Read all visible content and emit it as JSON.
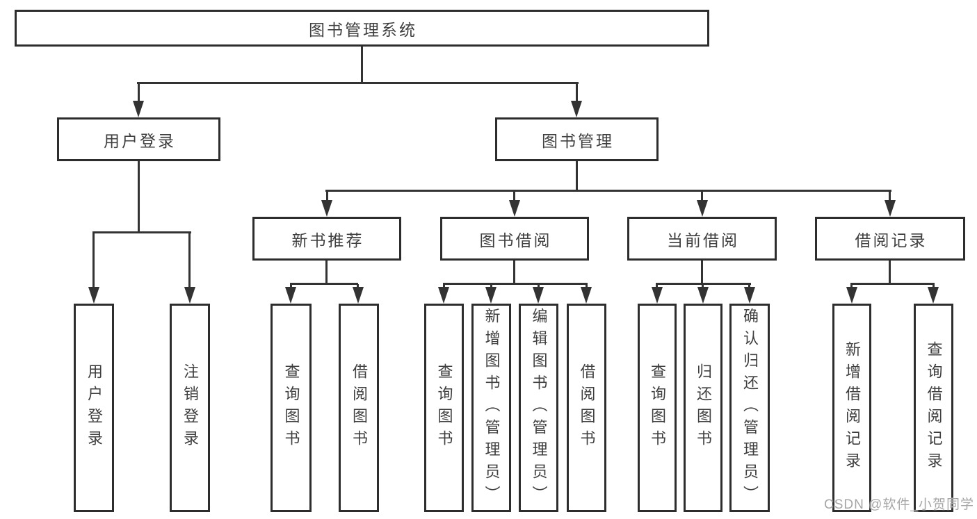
{
  "colors": {
    "background": "#ffffff",
    "line": "#333333",
    "box_border": "#2d2d2d",
    "text": "#3f3f3f",
    "watermark": "#a6a6a6"
  },
  "watermark": "CSDN @软件_小贺同学",
  "tree": {
    "label": "图书管理系统",
    "children": [
      {
        "label": "用户登录",
        "children": [
          {
            "label": "用户登录"
          },
          {
            "label": "注销登录"
          }
        ]
      },
      {
        "label": "图书管理",
        "children": [
          {
            "label": "新书推荐",
            "children": [
              {
                "label": "查询图书"
              },
              {
                "label": "借阅图书"
              }
            ]
          },
          {
            "label": "图书借阅",
            "children": [
              {
                "label": "查询图书"
              },
              {
                "label": "新增图书（管理员）"
              },
              {
                "label": "编辑图书（管理员）"
              },
              {
                "label": "借阅图书"
              }
            ]
          },
          {
            "label": "当前借阅",
            "children": [
              {
                "label": "查询图书"
              },
              {
                "label": "归还图书"
              },
              {
                "label": "确认归还（管理员）"
              }
            ]
          },
          {
            "label": "借阅记录",
            "children": [
              {
                "label": "新增借阅记录"
              },
              {
                "label": "查询借阅记录"
              }
            ]
          }
        ]
      }
    ]
  }
}
